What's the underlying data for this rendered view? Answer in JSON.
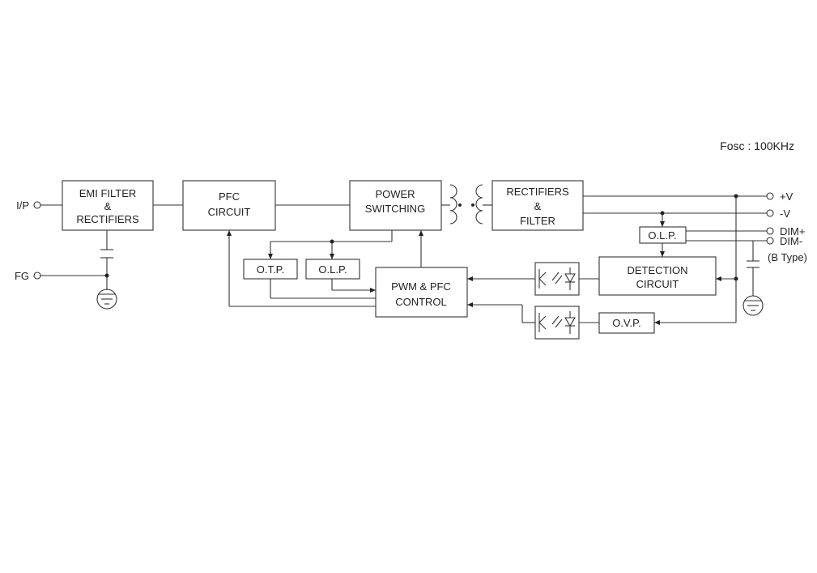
{
  "annotation": {
    "fosc": "Fosc : 100KHz"
  },
  "blocks": {
    "emi": {
      "line1": "EMI FILTER",
      "line2": "&",
      "line3": "RECTIFIERS"
    },
    "pfc": {
      "line1": "PFC",
      "line2": "CIRCUIT"
    },
    "power": {
      "line1": "POWER",
      "line2": "SWITCHING"
    },
    "rect": {
      "line1": "RECTIFIERS",
      "line2": "&",
      "line3": "FILTER"
    },
    "otp": {
      "label": "O.T.P."
    },
    "olp1": {
      "label": "O.L.P."
    },
    "pwm": {
      "line1": "PWM & PFC",
      "line2": "CONTROL"
    },
    "olp2": {
      "label": "O.L.P."
    },
    "detection": {
      "line1": "DETECTION",
      "line2": "CIRCUIT"
    },
    "ovp": {
      "label": "O.V.P."
    }
  },
  "terminals": {
    "ip": "I/P",
    "fg": "FG",
    "vplus": "+V",
    "vminus": "-V",
    "dimplus": "DIM+",
    "dimminus": "DIM-",
    "btype": "(B Type)"
  },
  "icons": {
    "ground": "ground-icon",
    "capacitor": "capacitor-icon",
    "transformer": "transformer-icon",
    "optocoupler": "optocoupler-icon"
  },
  "colors": {
    "line": "#333333",
    "text": "#222222",
    "background": "#ffffff"
  }
}
